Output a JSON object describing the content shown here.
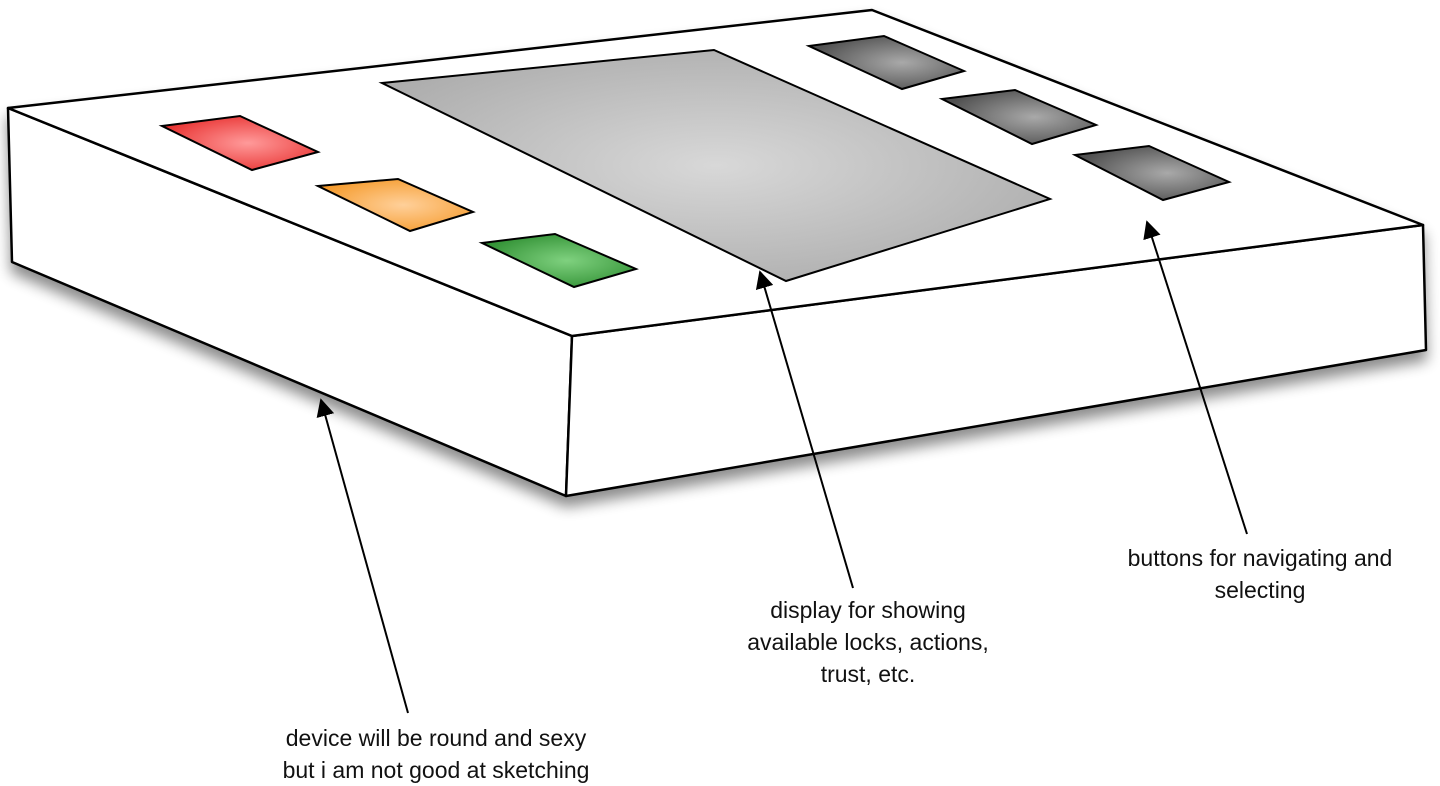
{
  "device": {
    "status_buttons": [
      {
        "name": "red-button",
        "color": "#e8302f"
      },
      {
        "name": "orange-button",
        "color": "#f59a2b"
      },
      {
        "name": "green-button",
        "color": "#2f9a32"
      }
    ],
    "display_color": "#b5b5b5",
    "nav_button_color": "#666666",
    "nav_buttons": 3
  },
  "annotations": {
    "device_shape": [
      "device will be round and sexy",
      "but i am not good at sketching"
    ],
    "display": [
      "display for showing",
      "available locks, actions,",
      "trust, etc."
    ],
    "buttons": [
      "buttons for navigating and",
      "selecting"
    ]
  }
}
